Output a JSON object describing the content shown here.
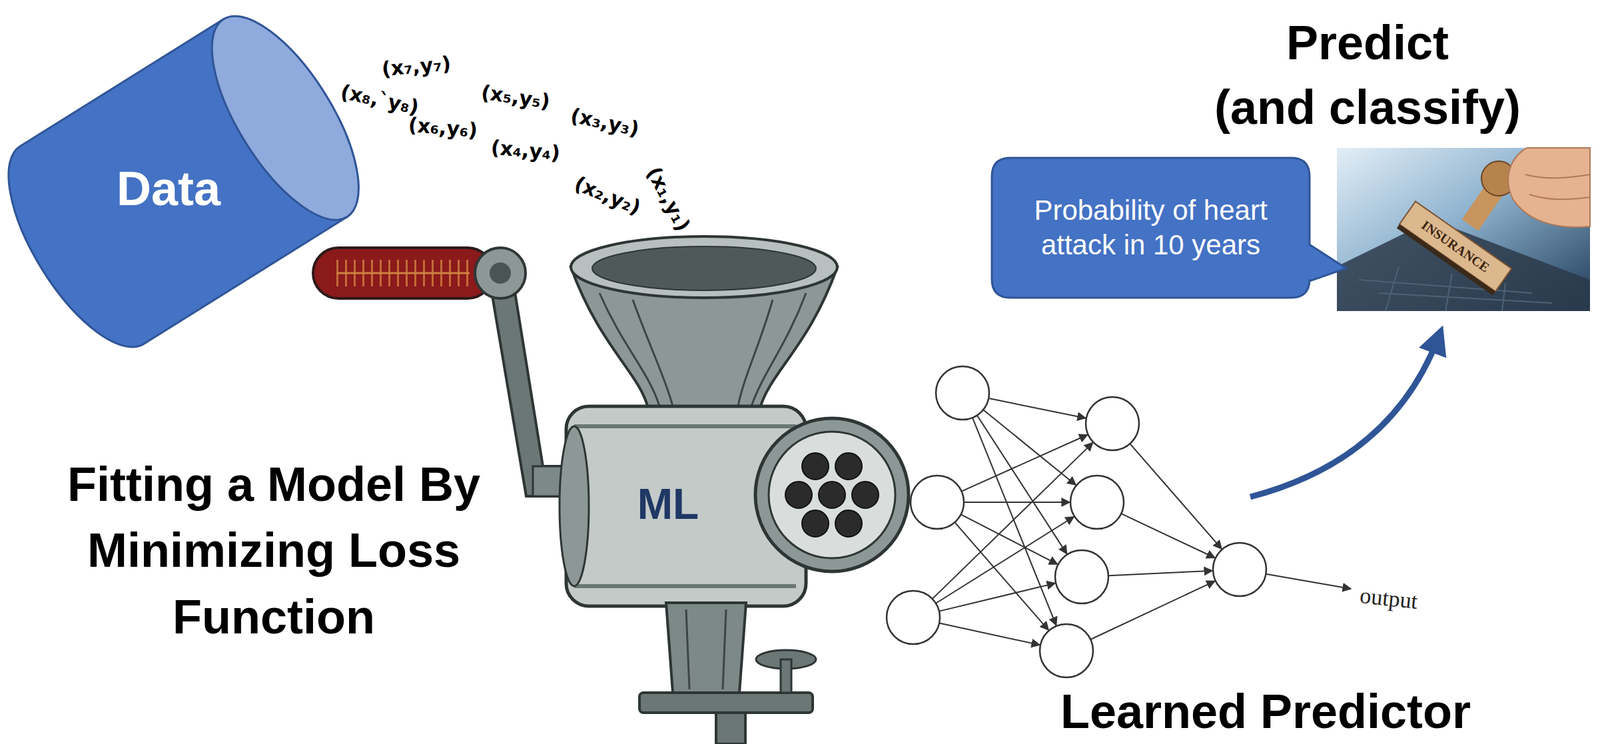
{
  "diagram": {
    "nodes": [
      {
        "text": [
          "Data"
        ]
      },
      {
        "text": [
          "Probability of heart attack in 10 years"
        ]
      }
    ],
    "labels": [
      "(x₇,y₇)",
      "(x₈,`y₈)",
      "(x₅,y₅)",
      "(x₆,y₆)",
      "(x₃,y₃)",
      "(x₄,y₄)",
      "(x₂,y₂)",
      "(x₁,y₁)",
      "Predict",
      "(and classify)",
      "ML",
      "Fitting a Model By Minimizing Loss Function",
      "output",
      "Learned Predictor",
      "INSURANCE"
    ]
  }
}
